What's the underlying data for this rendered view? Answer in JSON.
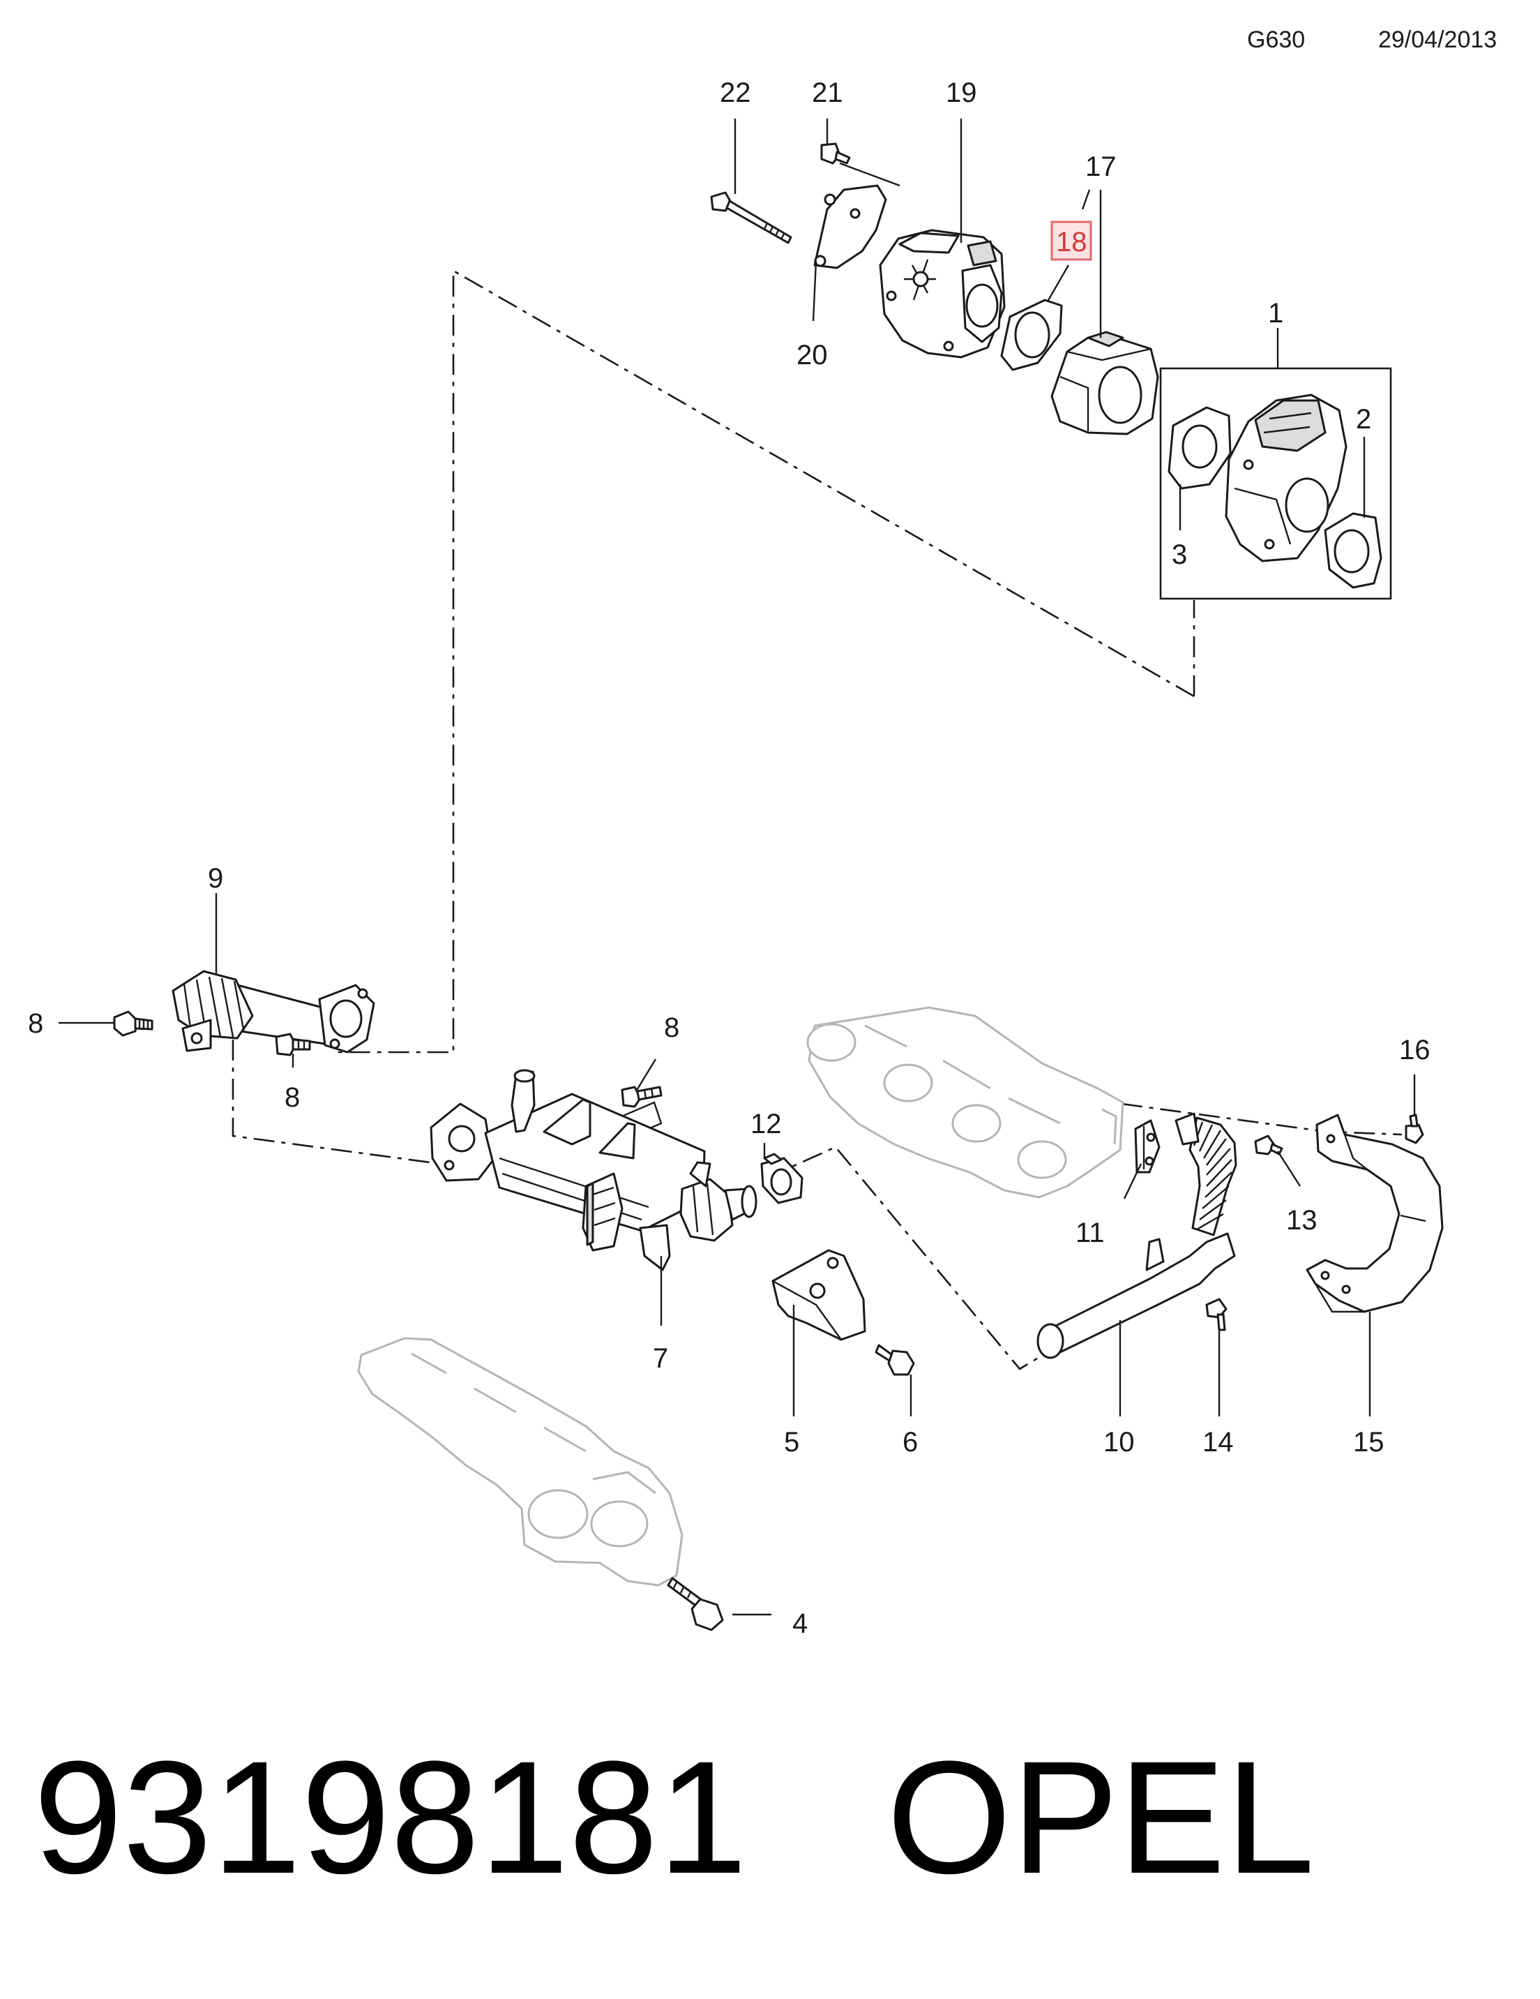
{
  "header": {
    "code": "G630",
    "date": "29/04/2013"
  },
  "footer": {
    "part_number": "93198181",
    "brand": "OPEL"
  },
  "highlight_color": "#e26a6a",
  "callouts": {
    "c1": "1",
    "c2": "2",
    "c3": "3",
    "c4": "4",
    "c5": "5",
    "c6": "6",
    "c7": "7",
    "c8a": "8",
    "c8b": "8",
    "c8c": "8",
    "c9": "9",
    "c10": "10",
    "c11": "11",
    "c12": "12",
    "c13": "13",
    "c14": "14",
    "c15": "15",
    "c16": "16",
    "c17": "17",
    "c18": "18",
    "c19": "19",
    "c20": "20",
    "c21": "21",
    "c22": "22"
  }
}
